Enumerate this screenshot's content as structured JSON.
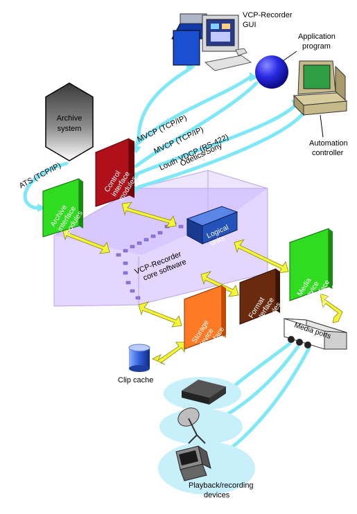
{
  "gui": {
    "line1": "VCP-Recorder",
    "line2": "GUI"
  },
  "app": {
    "line1": "Application",
    "line2": "program"
  },
  "automation": {
    "line1": "Automation",
    "line2": "controller"
  },
  "archive": {
    "line1": "Archive",
    "line2": "system"
  },
  "protocols": {
    "mvcp1": "MVCP (TCP/IP)",
    "mvcp2": "MVCP (TCP/IP)",
    "louth": "Louth VDCP (RS-422)",
    "odetics": "Odetics/Sony",
    "ats": "ATS (TCP/IP)"
  },
  "modules": {
    "control": {
      "line1": "Control",
      "line2": "interface",
      "line3": "modules"
    },
    "archive_if": {
      "line1": "Archive",
      "line2": "interface",
      "line3": "modules"
    },
    "logical": {
      "line1": "Logical",
      "line2": "units"
    },
    "media_dev": {
      "line1": "Media",
      "line2": "device",
      "line3": "interface",
      "line4": "modules"
    },
    "format": {
      "line1": "Format",
      "line2": "interface",
      "line3": "modules"
    },
    "storage": {
      "line1": "Storage",
      "line2": "device",
      "line3": "interface",
      "line4": "modules"
    }
  },
  "core": {
    "line1": "VCP-Recorder",
    "line2": "core software"
  },
  "media_ports": "Media ports",
  "clip_cache": "Clip cache",
  "devices": {
    "line1": "Playback/recording",
    "line2": "devices"
  },
  "colors": {
    "cyan": "#7ee8f6",
    "yellow": "#f5f53a",
    "red": "#b0101a",
    "green": "#2fdc1f",
    "blue": "#2352b8",
    "brown": "#6a2a0e",
    "orange": "#ff7a24",
    "core": "#d9c8ff"
  }
}
